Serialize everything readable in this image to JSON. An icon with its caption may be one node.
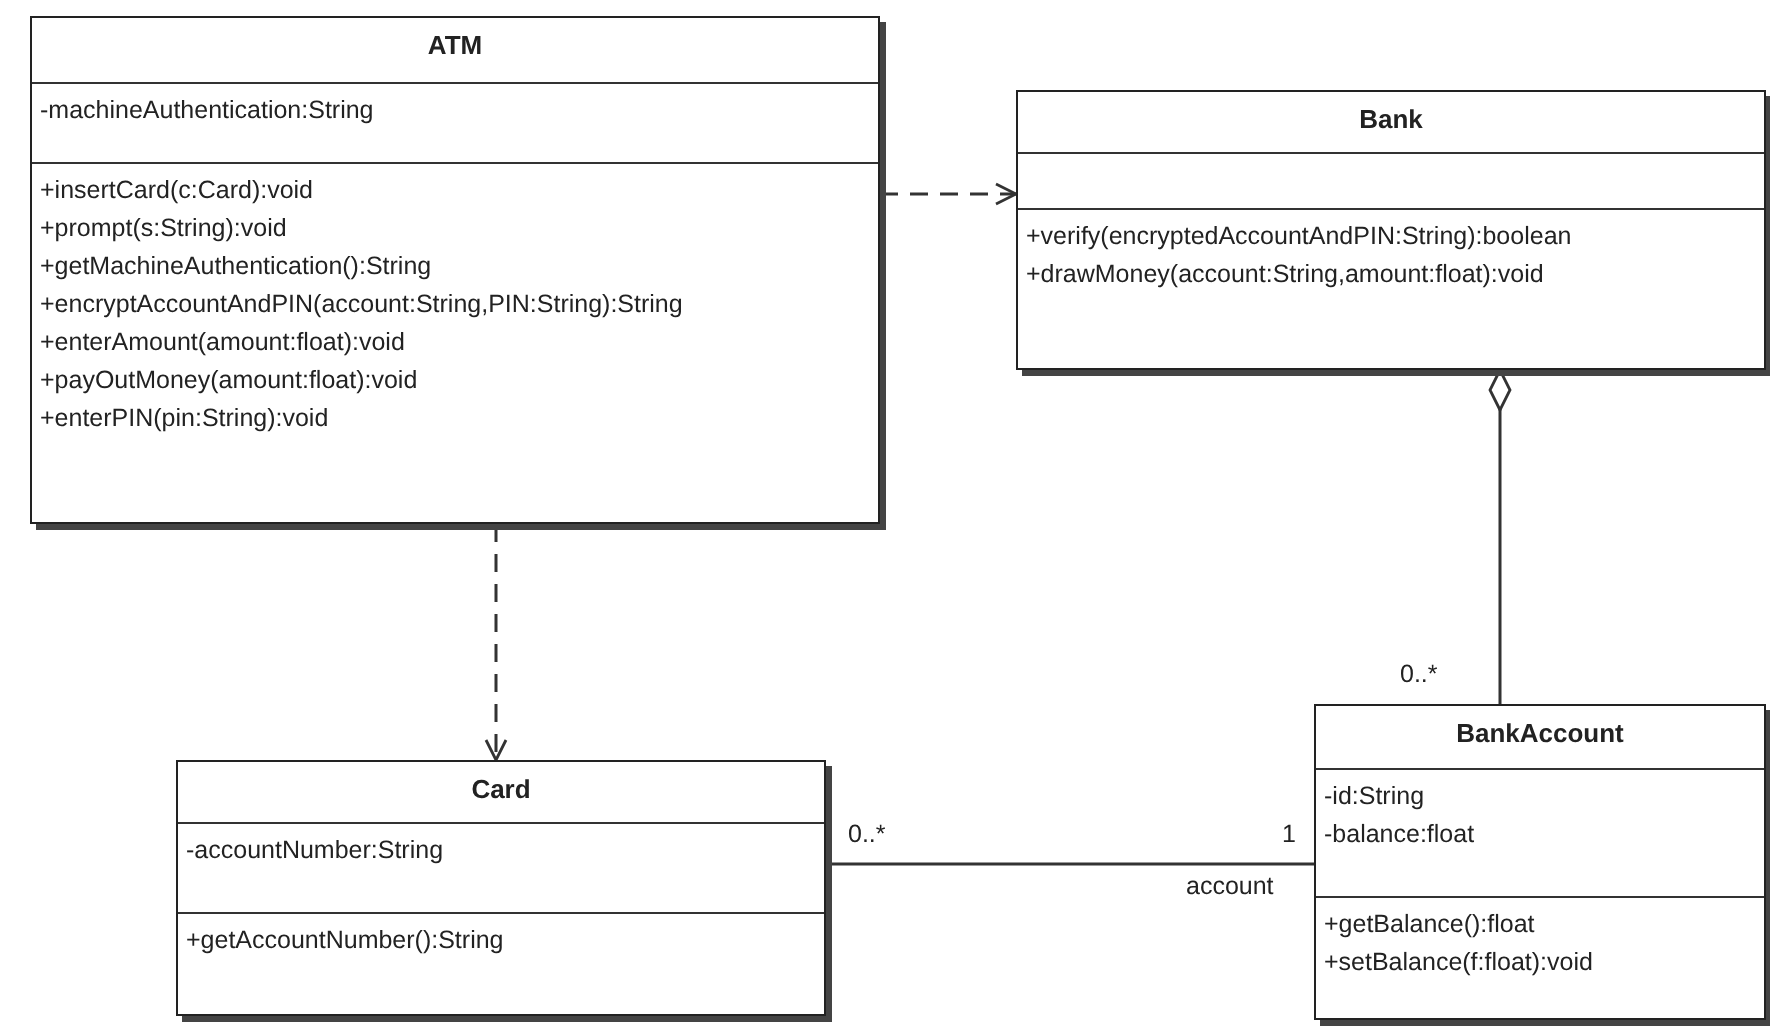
{
  "diagram": {
    "nodes": [
      {
        "text": [
          "ATM",
          "-machineAuthentication:String",
          "+insertCard(c:Card):void",
          "+prompt(s:String):void",
          "+getMachineAuthentication():String",
          "+encryptAccountAndPIN(account:String,PIN:String):String",
          "+enterAmount(amount:float):void",
          "+payOutMoney(amount:float):void",
          "+enterPIN(pin:String):void"
        ]
      },
      {
        "text": [
          "Bank",
          "+verify(encryptedAccountAndPIN:String):boolean",
          "+drawMoney(account:String,amount:float):void"
        ]
      },
      {
        "text": [
          "Card",
          "-accountNumber:String",
          "+getAccountNumber():String"
        ]
      },
      {
        "text": [
          "BankAccount",
          "-id:String",
          "-balance:float",
          "+getBalance():float",
          "+setBalance(f:float):void"
        ]
      }
    ],
    "edges": [
      {
        "from": 0,
        "to": 1,
        "arrow": "to",
        "style": "dashed"
      },
      {
        "from": 0,
        "to": 2,
        "arrow": "to",
        "style": "dashed"
      },
      {
        "from": 3,
        "to": 1,
        "arrow": "other"
      },
      {
        "from": 2,
        "to": 3,
        "arrow": "none"
      }
    ],
    "labels": [
      "0..*",
      "0..*",
      "1",
      "account"
    ]
  }
}
